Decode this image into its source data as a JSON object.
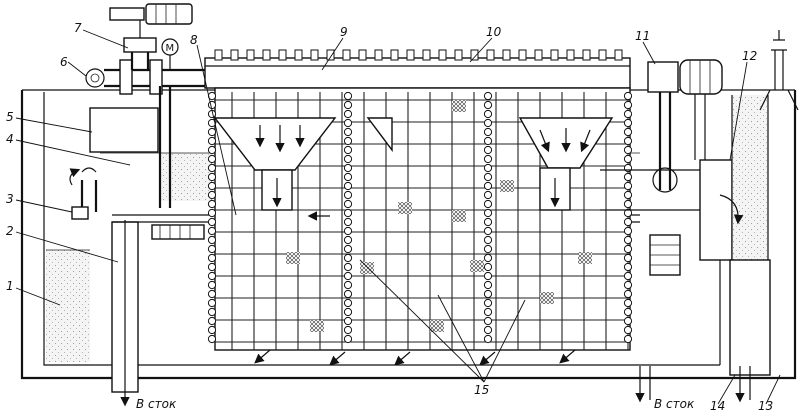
{
  "labels": {
    "n1": "1",
    "n2": "2",
    "n3": "3",
    "n4": "4",
    "n5": "5",
    "n6": "6",
    "n7": "7",
    "n8": "8",
    "n9": "9",
    "n10": "10",
    "n11": "11",
    "n12": "12",
    "n13": "13",
    "n14": "14",
    "n15": "15"
  },
  "gauge_mark": "M",
  "drain_left": "В сток",
  "drain_right": "В сток"
}
